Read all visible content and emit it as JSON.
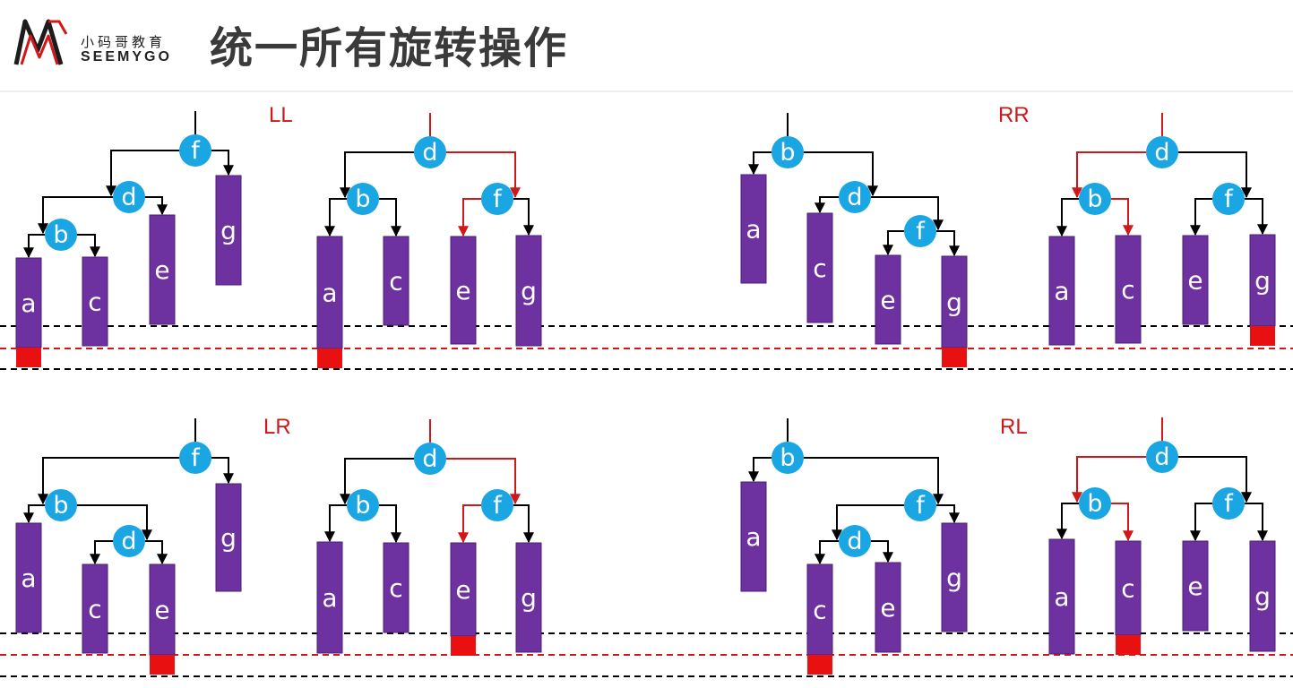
{
  "header": {
    "brand_cn": "小码哥教育",
    "brand_en": "SEEMYGO",
    "title": "统一所有旋转操作"
  },
  "colors": {
    "node": "#1aa5e3",
    "bar": "#6d31a0",
    "overflow": "#e81010",
    "highlight": "#d01818",
    "edge": "#000000",
    "guide_black": "#000000",
    "guide_red": "#d01818"
  },
  "panels": [
    {
      "id": "LL",
      "title": "LL",
      "before_root": "f",
      "after_root": "d"
    },
    {
      "id": "RR",
      "title": "RR",
      "before_root": "b",
      "after_root": "d"
    },
    {
      "id": "LR",
      "title": "LR",
      "before_root": "f",
      "after_root": "d"
    },
    {
      "id": "RL",
      "title": "RL",
      "before_root": "b",
      "after_root": "d"
    }
  ],
  "trees": {
    "LL_before": {
      "nodes": [
        "f",
        "d",
        "b"
      ],
      "subtrees": [
        "a",
        "c",
        "e",
        "g"
      ],
      "edges": [
        [
          "f",
          "d"
        ],
        [
          "f",
          "g"
        ],
        [
          "d",
          "b"
        ],
        [
          "d",
          "e"
        ],
        [
          "b",
          "a"
        ],
        [
          "b",
          "c"
        ]
      ],
      "overflow_under": "a"
    },
    "LL_after": {
      "nodes": [
        "d",
        "b",
        "f"
      ],
      "subtrees": [
        "a",
        "c",
        "e",
        "g"
      ],
      "edges": [
        [
          "d",
          "b"
        ],
        [
          "d",
          "f"
        ],
        [
          "b",
          "a"
        ],
        [
          "b",
          "c"
        ],
        [
          "f",
          "e"
        ],
        [
          "f",
          "g"
        ]
      ],
      "highlighted_edges": [
        [
          "d",
          "f"
        ],
        [
          "f",
          "e"
        ]
      ],
      "overflow_under": "a"
    },
    "RR_before": {
      "nodes": [
        "b",
        "d",
        "f"
      ],
      "subtrees": [
        "a",
        "c",
        "e",
        "g"
      ],
      "edges": [
        [
          "b",
          "a"
        ],
        [
          "b",
          "d"
        ],
        [
          "d",
          "c"
        ],
        [
          "d",
          "f"
        ],
        [
          "f",
          "e"
        ],
        [
          "f",
          "g"
        ]
      ],
      "overflow_under": "g"
    },
    "RR_after": {
      "nodes": [
        "d",
        "b",
        "f"
      ],
      "subtrees": [
        "a",
        "c",
        "e",
        "g"
      ],
      "edges": [
        [
          "d",
          "b"
        ],
        [
          "d",
          "f"
        ],
        [
          "b",
          "a"
        ],
        [
          "b",
          "c"
        ],
        [
          "f",
          "e"
        ],
        [
          "f",
          "g"
        ]
      ],
      "highlighted_edges": [
        [
          "d",
          "b"
        ],
        [
          "b",
          "c"
        ]
      ],
      "overflow_under": "g"
    },
    "LR_before": {
      "nodes": [
        "f",
        "b",
        "d"
      ],
      "subtrees": [
        "a",
        "c",
        "e",
        "g"
      ],
      "edges": [
        [
          "f",
          "b"
        ],
        [
          "f",
          "g"
        ],
        [
          "b",
          "a"
        ],
        [
          "b",
          "d"
        ],
        [
          "d",
          "c"
        ],
        [
          "d",
          "e"
        ]
      ],
      "overflow_under": "e"
    },
    "LR_after": {
      "nodes": [
        "d",
        "b",
        "f"
      ],
      "subtrees": [
        "a",
        "c",
        "e",
        "g"
      ],
      "edges": [
        [
          "d",
          "b"
        ],
        [
          "d",
          "f"
        ],
        [
          "b",
          "a"
        ],
        [
          "b",
          "c"
        ],
        [
          "f",
          "e"
        ],
        [
          "f",
          "g"
        ]
      ],
      "highlighted_edges": [
        [
          "d",
          "f"
        ],
        [
          "f",
          "e"
        ]
      ],
      "overflow_under": "e"
    },
    "RL_before": {
      "nodes": [
        "b",
        "f",
        "d"
      ],
      "subtrees": [
        "a",
        "c",
        "e",
        "g"
      ],
      "edges": [
        [
          "b",
          "a"
        ],
        [
          "b",
          "f"
        ],
        [
          "f",
          "d"
        ],
        [
          "f",
          "g"
        ],
        [
          "d",
          "c"
        ],
        [
          "d",
          "e"
        ]
      ],
      "overflow_under": "c"
    },
    "RL_after": {
      "nodes": [
        "d",
        "b",
        "f"
      ],
      "subtrees": [
        "a",
        "c",
        "e",
        "g"
      ],
      "edges": [
        [
          "d",
          "b"
        ],
        [
          "d",
          "f"
        ],
        [
          "b",
          "a"
        ],
        [
          "b",
          "c"
        ],
        [
          "f",
          "e"
        ],
        [
          "f",
          "g"
        ]
      ],
      "highlighted_edges": [
        [
          "d",
          "b"
        ],
        [
          "b",
          "c"
        ]
      ],
      "overflow_under": "c"
    }
  },
  "guides": [
    {
      "panel_row": "top",
      "lines": [
        "black",
        "red",
        "black"
      ]
    },
    {
      "panel_row": "bottom",
      "lines": [
        "black",
        "red",
        "black"
      ]
    }
  ]
}
